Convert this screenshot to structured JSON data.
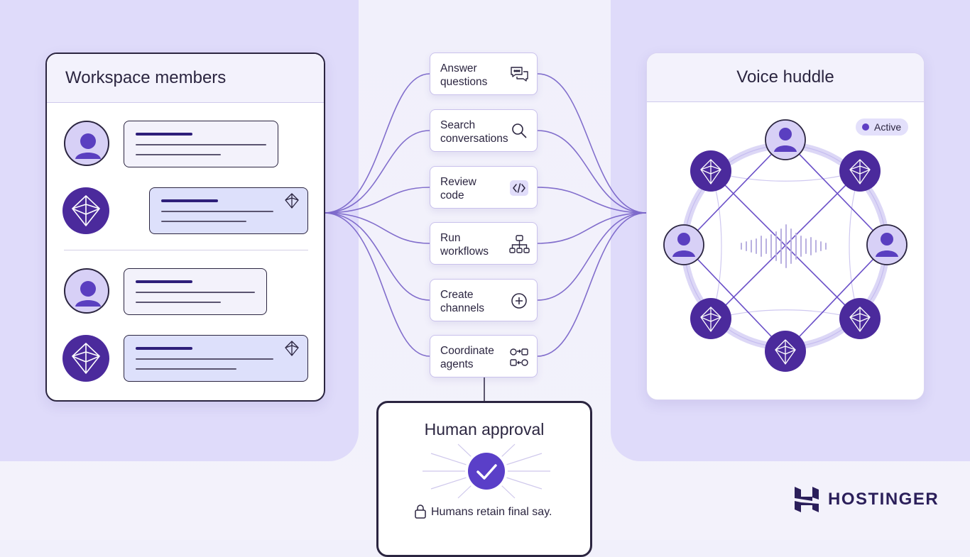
{
  "members_panel": {
    "title": "Workspace members"
  },
  "capabilities": [
    {
      "label": "Answer\nquestions",
      "icon": "chat-bubbles-icon"
    },
    {
      "label": "Search\nconversations",
      "icon": "search-icon"
    },
    {
      "label": "Review\ncode",
      "icon": "code-icon"
    },
    {
      "label": "Run\nworkflows",
      "icon": "workflow-icon"
    },
    {
      "label": "Create\nchannels",
      "icon": "plus-circle-icon"
    },
    {
      "label": "Coordinate\nagents",
      "icon": "coordinate-icon"
    }
  ],
  "huddle_panel": {
    "title": "Voice huddle",
    "status": "Active"
  },
  "approval": {
    "title": "Human approval",
    "note": "Humans retain final say."
  },
  "brand": {
    "name": "HOSTINGER"
  },
  "colors": {
    "accent": "#5e3fc4",
    "agent": "#4b2a9c",
    "background_blob": "#dfdbfa",
    "outline": "#2b2540"
  }
}
